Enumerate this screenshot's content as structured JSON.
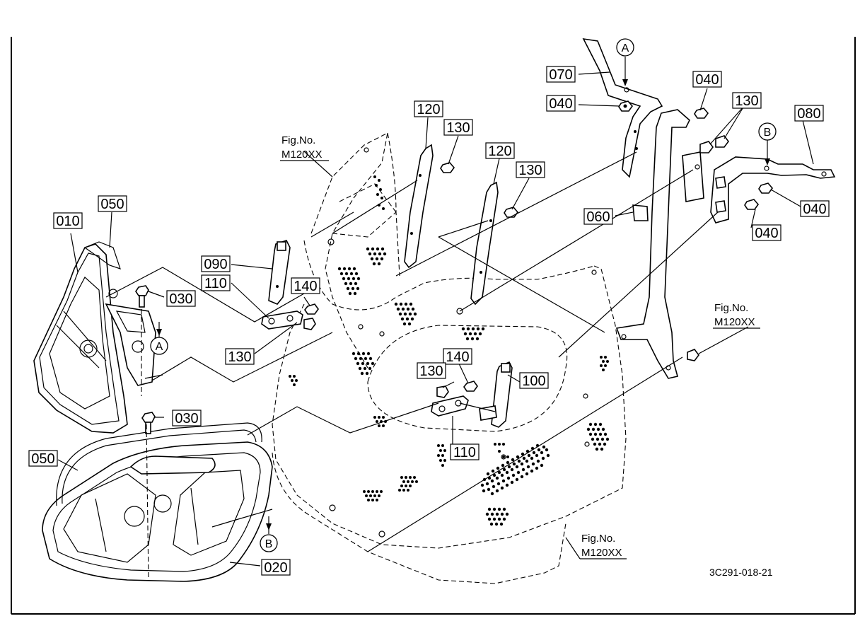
{
  "parts": {
    "p010": "010",
    "p020": "020",
    "p030a": "030",
    "p030b": "030",
    "p040a": "040",
    "p040b": "040",
    "p040c": "040",
    "p040d": "040",
    "p050a": "050",
    "p050b": "050",
    "p060": "060",
    "p070": "070",
    "p080": "080",
    "p090": "090",
    "p100": "100",
    "p110a": "110",
    "p110b": "110",
    "p120a": "120",
    "p120b": "120",
    "p130a": "130",
    "p130b": "130",
    "p130c": "130",
    "p130d": "130",
    "p130e": "130",
    "p140a": "140",
    "p140b": "140"
  },
  "fig_refs": {
    "ref1_line1": "Fig.No.",
    "ref1_line2": "M120XX",
    "ref2_line1": "Fig.No.",
    "ref2_line2": "M120XX",
    "ref3_line1": "Fig.No.",
    "ref3_line2": "M120XX"
  },
  "markers": {
    "a_top": "A",
    "a_left": "A",
    "b_top": "B",
    "b_left": "B"
  },
  "drawing_code": "3C291-018-21"
}
